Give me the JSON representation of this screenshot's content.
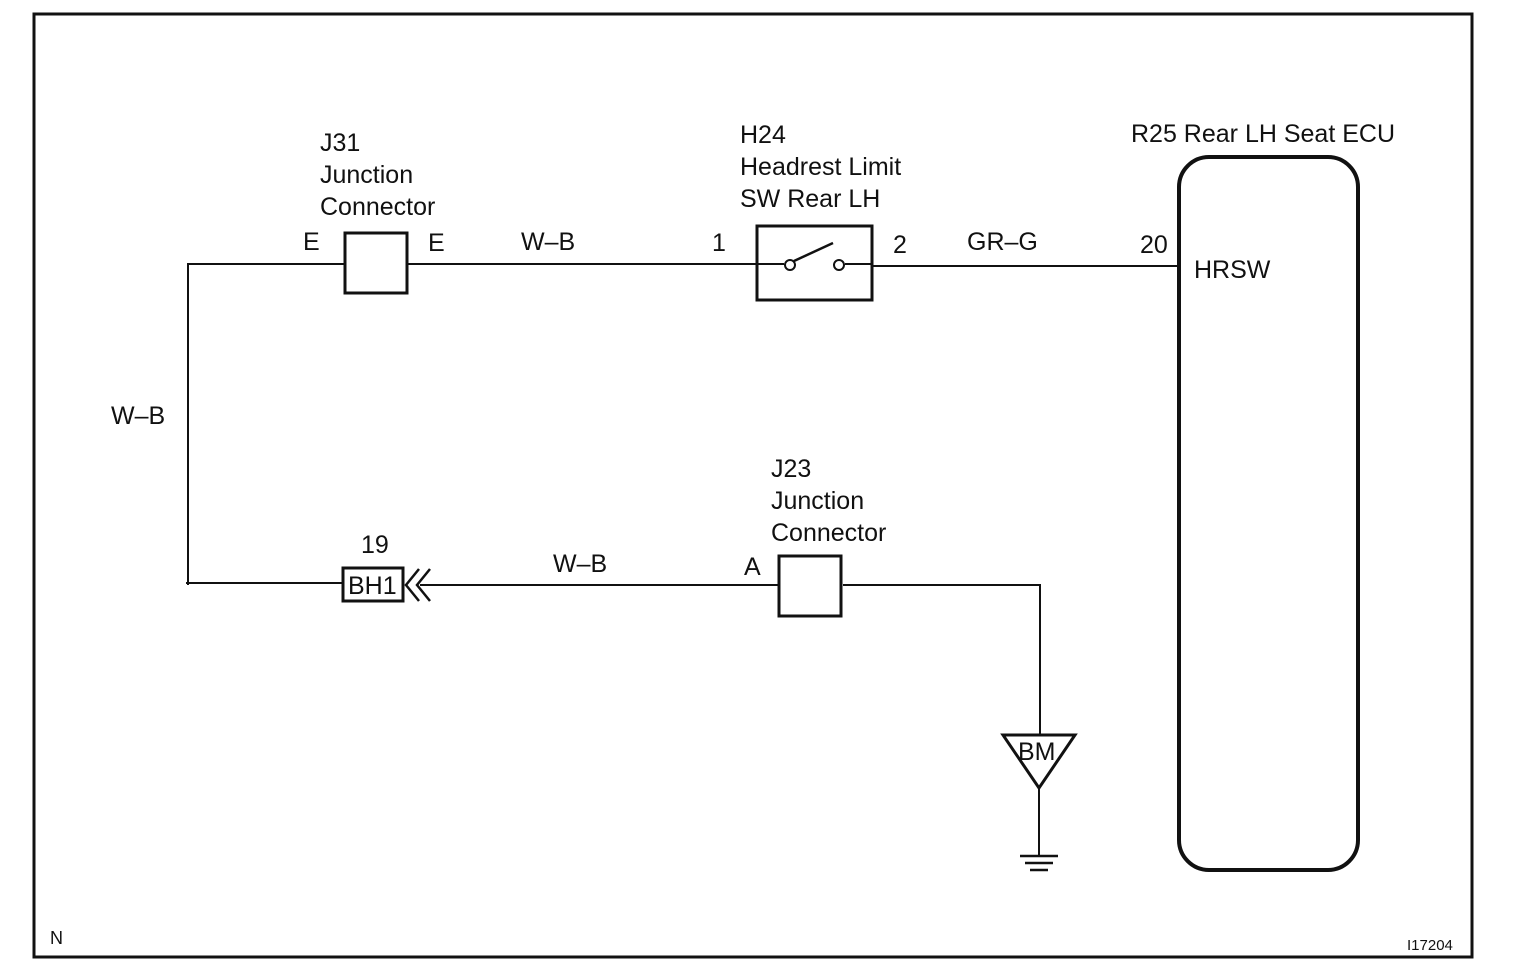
{
  "j31": {
    "code": "J31",
    "name_line1": "Junction",
    "name_line2": "Connector",
    "pin_left": "E",
    "pin_right": "E"
  },
  "h24": {
    "code": "H24",
    "name_line1": "Headrest Limit",
    "name_line2": "SW Rear LH",
    "pin_left": "1",
    "pin_right": "2"
  },
  "ecu": {
    "title": "R25 Rear LH Seat ECU",
    "pin": "20",
    "terminal": "HRSW"
  },
  "j23": {
    "code": "J23",
    "name_line1": "Junction",
    "name_line2": "Connector",
    "pin": "A"
  },
  "bh1": {
    "pin": "19",
    "label": "BH1"
  },
  "ground": {
    "label": "BM"
  },
  "wires": {
    "left_vertical": "W–B",
    "j31_to_h24": "W–B",
    "h24_to_ecu": "GR–G",
    "j23_to_bh1": "W–B"
  },
  "footer": {
    "corner_letter": "N",
    "figure_id": "I17204"
  }
}
